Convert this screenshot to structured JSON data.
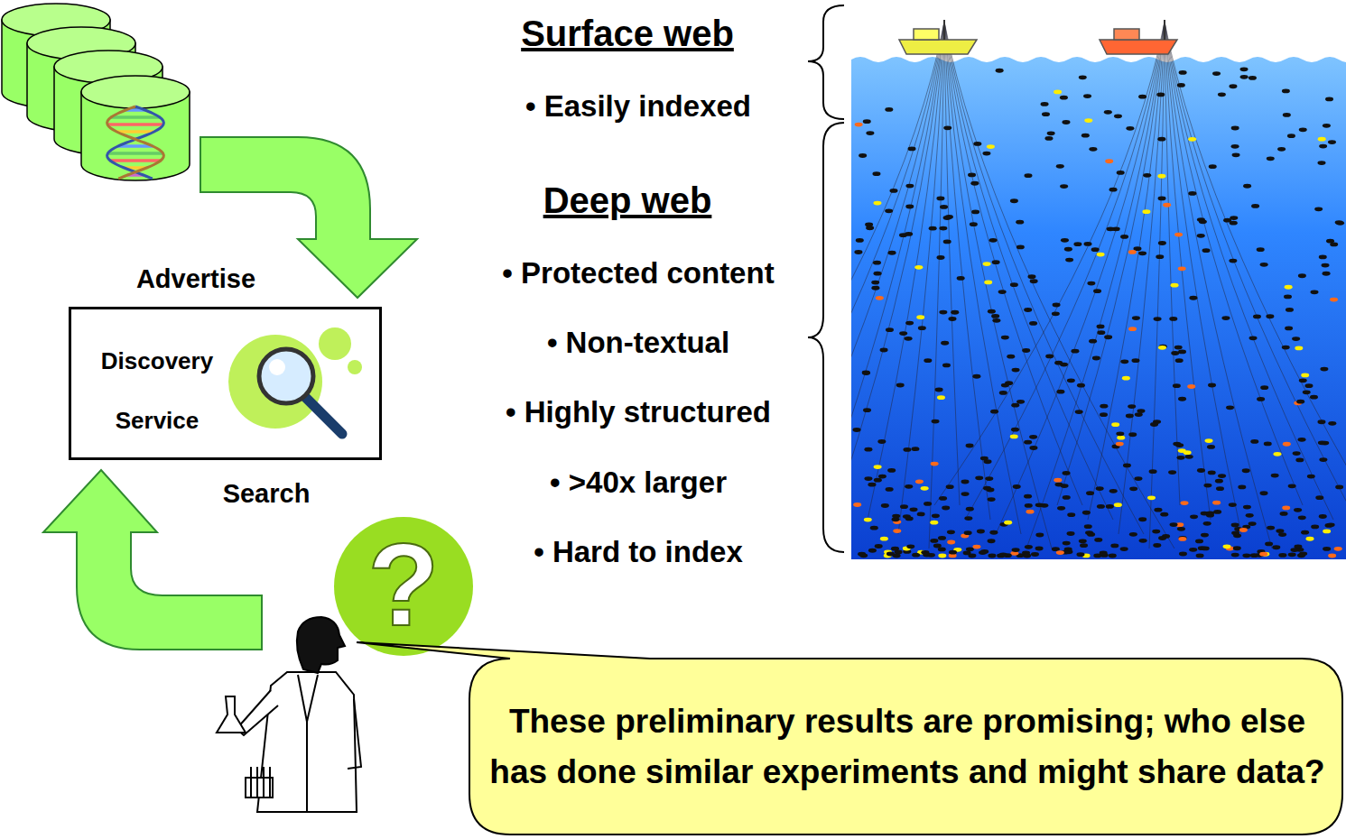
{
  "diagram": {
    "nodes": [
      {
        "text": [
          "Discovery Service"
        ]
      },
      {
        "text": [
          "These preliminary results are promising; who else has done similar experiments and might share data?"
        ]
      }
    ],
    "labels": [
      "Surface web",
      "• Easily indexed",
      "Deep web",
      "• Protected content",
      "• Non-textual",
      "• Highly structured",
      "• >40x larger",
      "• Hard to index",
      "Advertise",
      "Search",
      "?"
    ]
  }
}
